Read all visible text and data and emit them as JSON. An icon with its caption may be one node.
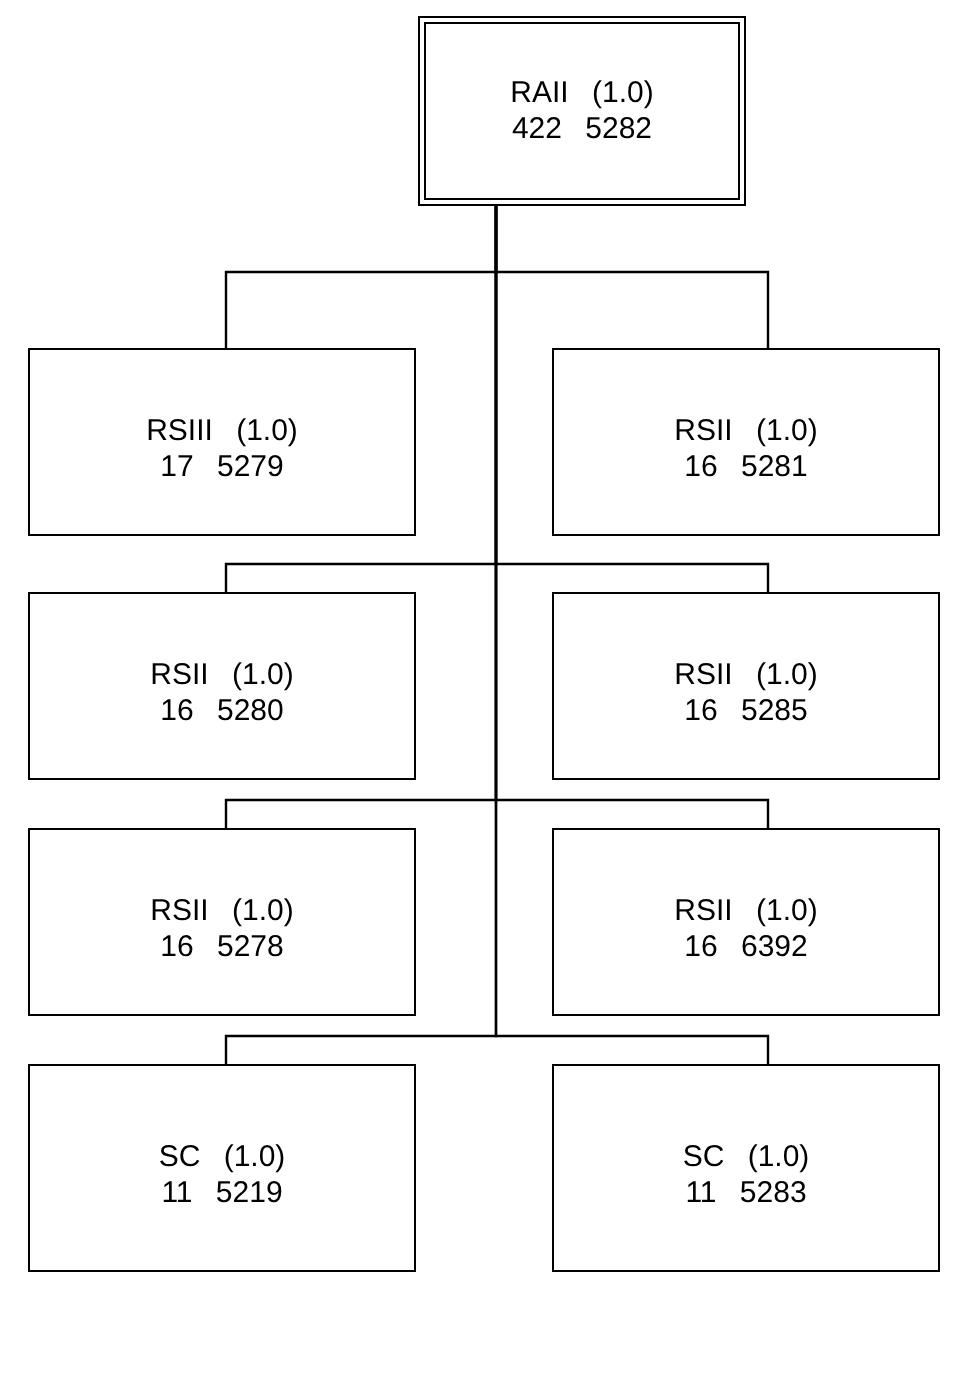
{
  "diagram": {
    "nodes": [
      {
        "text": [
          "RAII (1.0)",
          "422 5282"
        ]
      },
      {
        "text": [
          "RSIII (1.0)",
          "17 5279"
        ]
      },
      {
        "text": [
          "RSII (1.0)",
          "16 5281"
        ]
      },
      {
        "text": [
          "RSII (1.0)",
          "16 5280"
        ]
      },
      {
        "text": [
          "RSII (1.0)",
          "16 5285"
        ]
      },
      {
        "text": [
          "RSII (1.0)",
          "16 5278"
        ]
      },
      {
        "text": [
          "RSII (1.0)",
          "16 6392"
        ]
      },
      {
        "text": [
          "SC (1.0)",
          "11 5219"
        ]
      },
      {
        "text": [
          "SC (1.0)",
          "11 5283"
        ]
      }
    ],
    "edges": [
      {
        "from": 0,
        "to": 1,
        "arrow": "none"
      },
      {
        "from": 0,
        "to": 2,
        "arrow": "none"
      },
      {
        "from": 0,
        "to": 3,
        "arrow": "none"
      },
      {
        "from": 0,
        "to": 4,
        "arrow": "none"
      },
      {
        "from": 0,
        "to": 5,
        "arrow": "none"
      },
      {
        "from": 0,
        "to": 6,
        "arrow": "none"
      },
      {
        "from": 0,
        "to": 7,
        "arrow": "none"
      },
      {
        "from": 0,
        "to": 8,
        "arrow": "none"
      }
    ]
  }
}
